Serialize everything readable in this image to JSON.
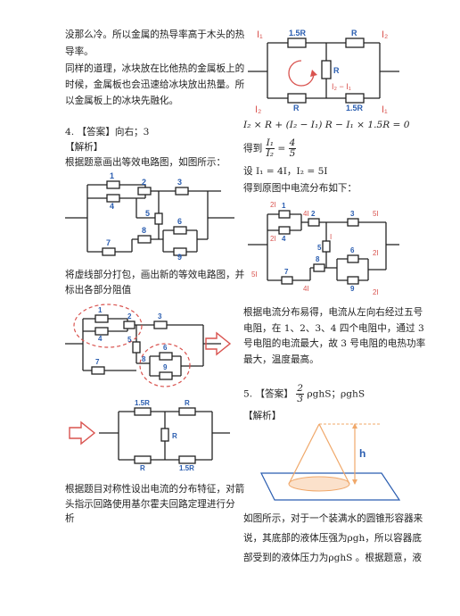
{
  "left": {
    "p1": "没那么冷。所以金属的热导率高于木头的热",
    "p2": "导率。",
    "p3": "同样的道理，冰块放在比他热的金属板上的",
    "p4": "时候，金属板也会迅速给冰块放出热量。所",
    "p5": "以金属板上的冰块先融化。",
    "q4_answer": "4. 【答案】向右；3",
    "q4_analysis": "【解析】",
    "q4_l1": "根据题意画出等效电路图，如图所示：",
    "q4_l2": "将虚线部分打包，画出新的等效电路图，并",
    "q4_l3": "标出各部分阻值",
    "q4_l4": "根据题目对称性设出电流的分布特征，对箭",
    "q4_l5": "头指示回路使用基尔霍夫回路定理进行分",
    "q4_l6": "析"
  },
  "right": {
    "eq1": "I₂ × R + (I₂ − I₁) R − I₁ × 1.5R = 0",
    "eq2_pre": "得到",
    "eq2_num": "I₁",
    "eq2_den": "I₂",
    "eq2_eq": "=",
    "eq2_rnum": "4",
    "eq2_rden": "5",
    "eq3": "设 I₁ = 4I，I₂ = 5I",
    "eq4": "得到原图中电流分布如下：",
    "r1": "根据电流分布易得，电流从左向右经过五号",
    "r2": "电阻，在 1、2、3、4 四个电阻中，通过 3",
    "r3": "号电阻的电流最大，故 3 号电阻的电热功率",
    "r4": "最大，温度最高。",
    "q5_pre": "5. 【答案】",
    "q5_num": "2",
    "q5_den": "3",
    "q5_post": "ρghS；ρghS",
    "q5_analysis": "【解析】",
    "q5_l1": "如图所示，对于一个装满水的圆锥形容器来",
    "q5_l2": "说，其底部的液体压强为ρgh，所以容器底",
    "q5_l3": "部受到的液体压力为ρghS 。根据题意，液"
  },
  "labels": {
    "r1": "1",
    "r2": "2",
    "r3": "3",
    "r4": "4",
    "r5": "5",
    "r6": "6",
    "r7": "7",
    "r8": "8",
    "r9": "9",
    "r15": "1.5R",
    "rR": "R",
    "i1": "I₁",
    "i2": "I₂",
    "i21": "I₂ − I₁",
    "c2i": "2I",
    "c4i": "4I",
    "c5i": "5I",
    "ci": "I",
    "h": "h"
  },
  "colors": {
    "accent": "#2a5db0",
    "arrow": "#d9534f",
    "cone": "#f0a86a"
  }
}
